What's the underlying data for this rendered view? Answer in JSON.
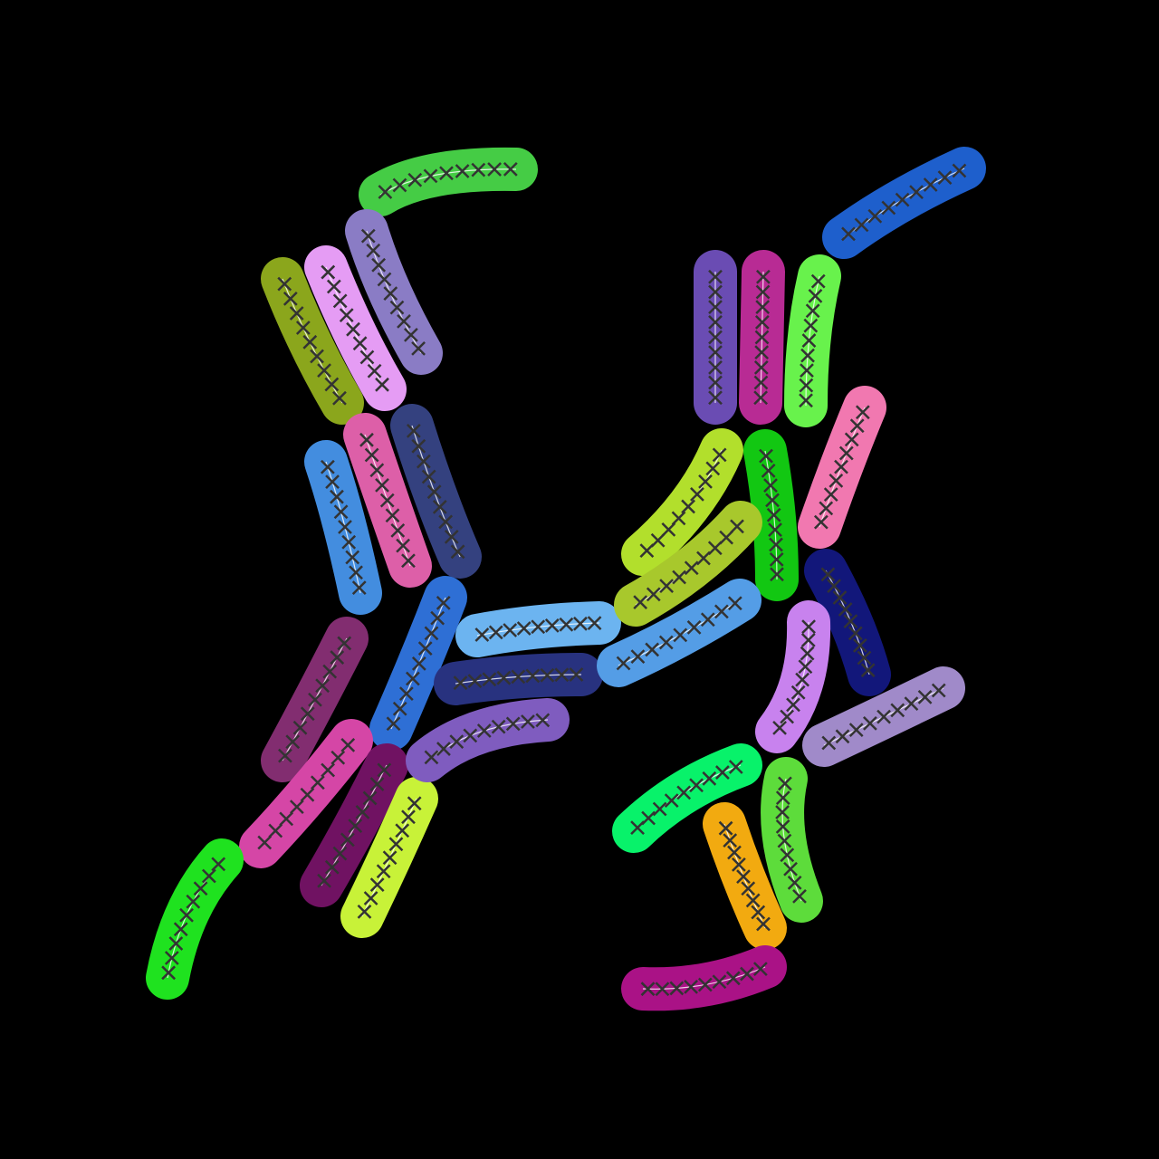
{
  "background": "#000000",
  "stroke_marker_color": "#333333",
  "center_line_color": "#ffffff",
  "strokes": [
    {
      "color": "#45cc45",
      "marks": 9
    },
    {
      "color": "#8a7cc5",
      "marks": 9
    },
    {
      "color": "#e59cf4",
      "marks": 9
    },
    {
      "color": "#8ba61c",
      "marks": 9
    },
    {
      "color": "#dd5fa8",
      "marks": 9
    },
    {
      "color": "#34417f",
      "marks": 9
    },
    {
      "color": "#438ddf",
      "marks": 9
    },
    {
      "color": "#2e6fd5",
      "marks": 9
    },
    {
      "color": "#822d70",
      "marks": 9
    },
    {
      "color": "#d546a6",
      "marks": 9
    },
    {
      "color": "#701262",
      "marks": 9
    },
    {
      "color": "#c8f238",
      "marks": 9
    },
    {
      "color": "#1fe21f",
      "marks": 9
    },
    {
      "color": "#6cb4f0",
      "marks": 9
    },
    {
      "color": "#28327f",
      "marks": 9
    },
    {
      "color": "#7f5cbf",
      "marks": 9
    },
    {
      "color": "#6a4cb3",
      "marks": 9
    },
    {
      "color": "#b82b94",
      "marks": 9
    },
    {
      "color": "#68f24c",
      "marks": 9
    },
    {
      "color": "#1e5fcc",
      "marks": 9
    },
    {
      "color": "#b2df2c",
      "marks": 9
    },
    {
      "color": "#12c712",
      "marks": 9
    },
    {
      "color": "#f178b0",
      "marks": 9
    },
    {
      "color": "#12177a",
      "marks": 9
    },
    {
      "color": "#c882ee",
      "marks": 9
    },
    {
      "color": "#a8c82c",
      "marks": 9
    },
    {
      "color": "#549de6",
      "marks": 9
    },
    {
      "color": "#a08ac9",
      "marks": 9
    },
    {
      "color": "#08f26a",
      "marks": 9
    },
    {
      "color": "#5ddc3b",
      "marks": 9
    },
    {
      "color": "#f2aa10",
      "marks": 9
    },
    {
      "color": "#aa1286",
      "marks": 9
    }
  ]
}
